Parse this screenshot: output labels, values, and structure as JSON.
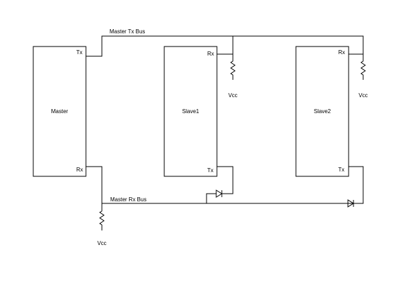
{
  "buses": {
    "tx": "Master Tx Bus",
    "rx": "Master Rx Bus"
  },
  "nodes": {
    "master": {
      "name": "Master",
      "tx": "Tx",
      "rx": "Rx"
    },
    "slave1": {
      "name": "Slave1",
      "rx": "Rx",
      "tx": "Tx"
    },
    "slave2": {
      "name": "Slave2",
      "rx": "Rx",
      "tx": "Tx"
    }
  },
  "pullups": {
    "slave1": "Vcc",
    "slave2": "Vcc",
    "master_rx": "Vcc"
  }
}
